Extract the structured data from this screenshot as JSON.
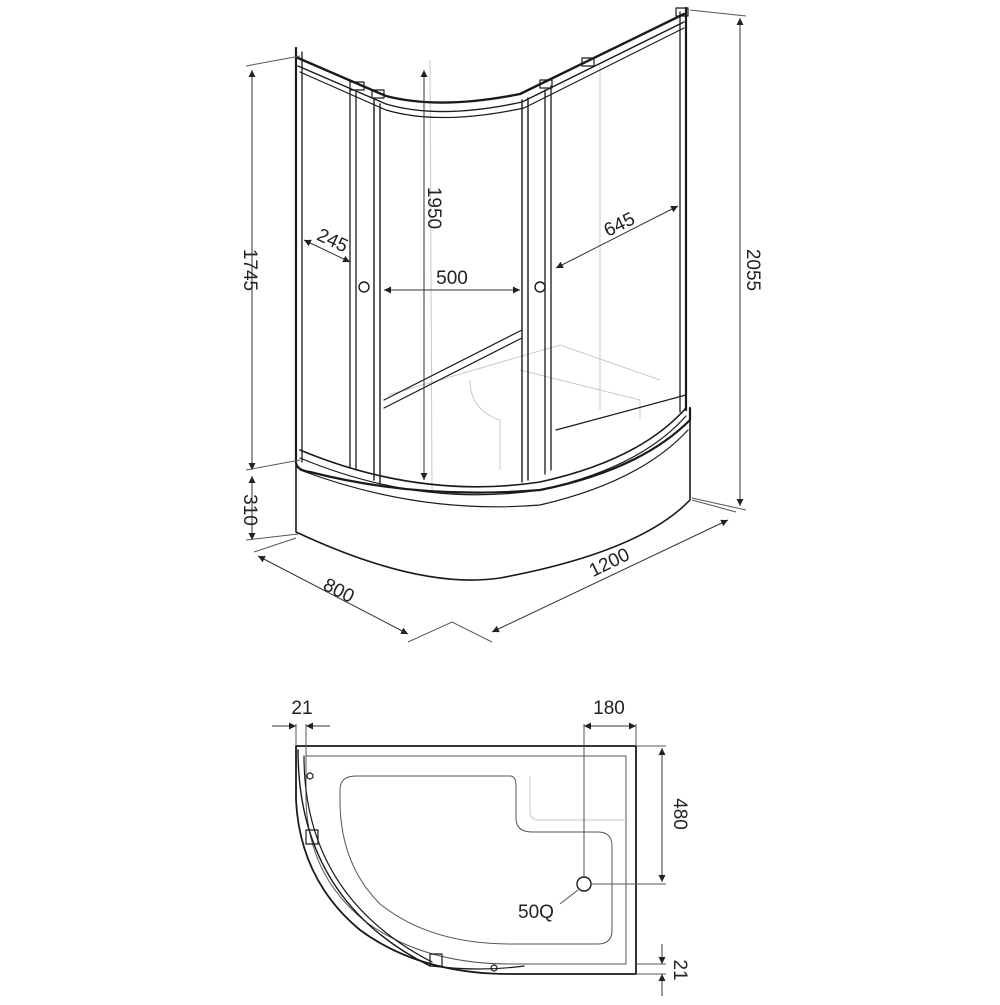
{
  "dimensions": {
    "d_2055": "2055",
    "d_1745": "1745",
    "d_1950": "1950",
    "d_245": "245",
    "d_500": "500",
    "d_645": "645",
    "d_310": "310",
    "d_800": "800",
    "d_1200": "1200",
    "plan_21_top": "21",
    "plan_180": "180",
    "plan_480": "480",
    "plan_500": "50Q",
    "plan_21_right": "21"
  },
  "colors": {
    "line": "#1a1a1a",
    "background": "#ffffff"
  }
}
